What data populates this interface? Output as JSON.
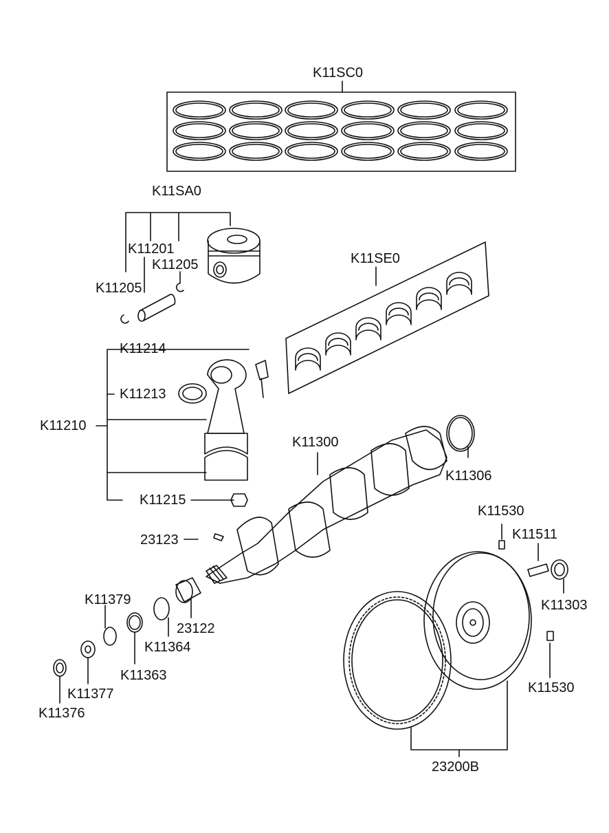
{
  "labels": {
    "k11sc0": "K11SC0",
    "k11sa0": "K11SA0",
    "k11201": "K11201",
    "k11205a": "K11205",
    "k11205b": "K11205",
    "k11se0": "K11SE0",
    "k11214": "K11214",
    "k11213": "K11213",
    "k11210": "K11210",
    "k11215": "K11215",
    "k11300": "K11300",
    "k11306": "K11306",
    "k11530a": "K11530",
    "k11511": "K11511",
    "k11303": "K11303",
    "k11530b": "K11530",
    "p23123": "23123",
    "p23122": "23122",
    "k11379": "K11379",
    "k11364": "K11364",
    "k11363": "K11363",
    "k11377": "K11377",
    "k11376": "K11376",
    "p23200b": "23200B"
  },
  "colors": {
    "line": "#111111",
    "paper": "#ffffff"
  }
}
